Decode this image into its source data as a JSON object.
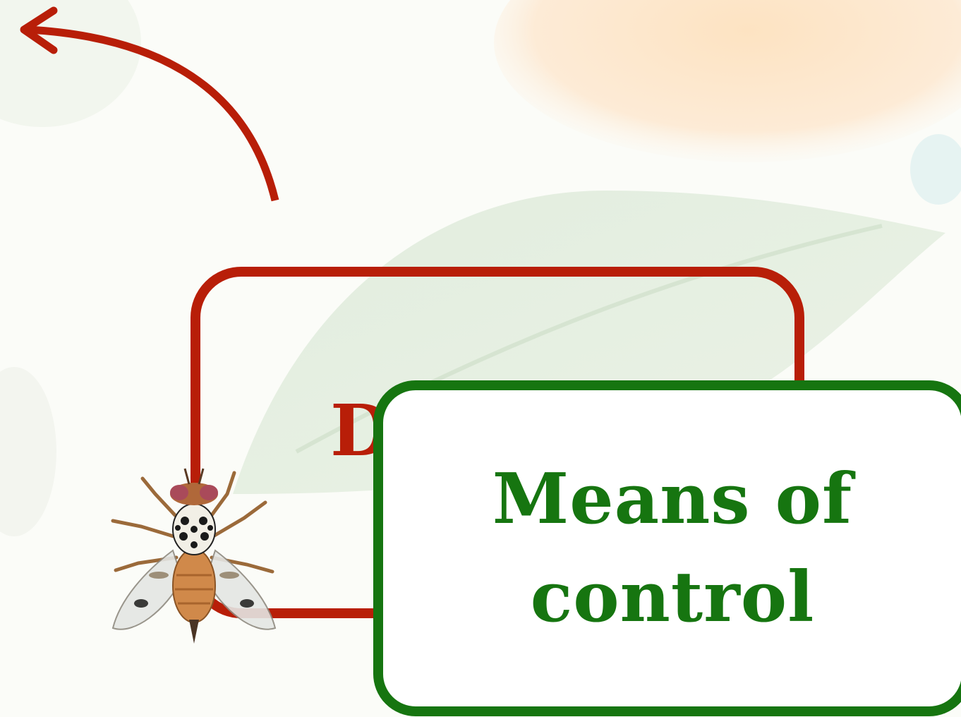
{
  "slide": {
    "background": "faded citrus fruit and leaf photograph",
    "colors": {
      "red": "#b81e08",
      "green": "#167510"
    }
  },
  "red_box": {
    "title_visible": "D"
  },
  "green_box": {
    "title_line1": "Means of",
    "title_line2": "control"
  },
  "images": {
    "fly": "medfly-image",
    "arrow": "curved-arrow-icon"
  }
}
